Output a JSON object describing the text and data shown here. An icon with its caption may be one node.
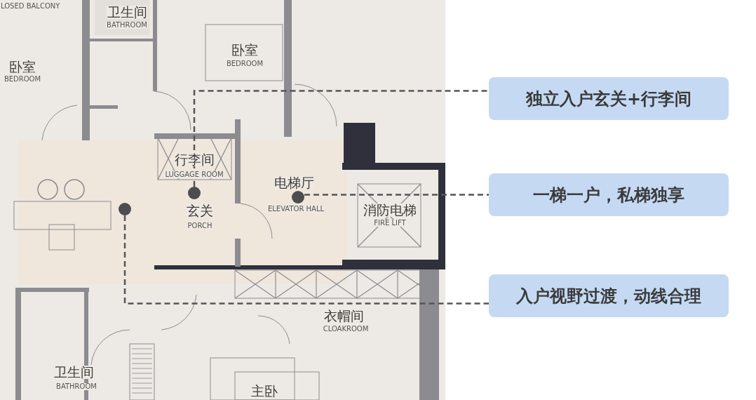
{
  "diagram": {
    "nodes": [
      {
        "text": [
          "独立入户玄关+行李间"
        ]
      },
      {
        "text": [
          "一梯一户，私梯独享"
        ]
      },
      {
        "text": [
          "入户视野过渡，动线合理"
        ]
      },
      {
        "text": [],
        "shape": "circle"
      },
      {
        "text": [],
        "shape": "circle"
      },
      {
        "text": [],
        "shape": "circle"
      }
    ],
    "edges": [
      {
        "from": 3,
        "to": 0,
        "arrow": "none",
        "style": "dashed"
      },
      {
        "from": 4,
        "to": 1,
        "arrow": "none",
        "style": "dashed"
      },
      {
        "from": 5,
        "to": 2,
        "arrow": "none",
        "style": "dashed"
      }
    ],
    "labels": [
      "LOSED BALCONY",
      "卫生间",
      "BATHROOM",
      "卧室",
      "BEDROOM",
      "卧室",
      "BEDROOM",
      "行李间",
      "LUGGAGE ROOM",
      "玄关",
      "PORCH",
      "电梯厅",
      "ELEVATOR HALL",
      "消防电梯",
      "FIRE LIFT",
      "衣帽间",
      "CLOAKROOM",
      "卫生间",
      "BATHROOM",
      "主卧"
    ]
  }
}
